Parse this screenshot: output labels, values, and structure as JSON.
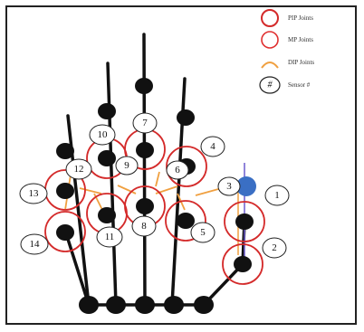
{
  "legend": {
    "pip_label": "PIP Joints",
    "mp_label": "MP Joints",
    "dip_label": "DIP Joints",
    "sensor_symbol": "#",
    "sensor_label": "Sensor #"
  },
  "sensor_numbers": [
    "1",
    "2",
    "3",
    "4",
    "5",
    "6",
    "7",
    "8",
    "9",
    "10",
    "11",
    "12",
    "13",
    "14"
  ],
  "colors": {
    "pip_ring": "#d42a2a",
    "mp_ring": "#e03030",
    "dip_arrow": "#f0a040",
    "bone": "#111111",
    "thumb_tip": "#3a6fc4",
    "thumb_line": "#6a5acd"
  }
}
